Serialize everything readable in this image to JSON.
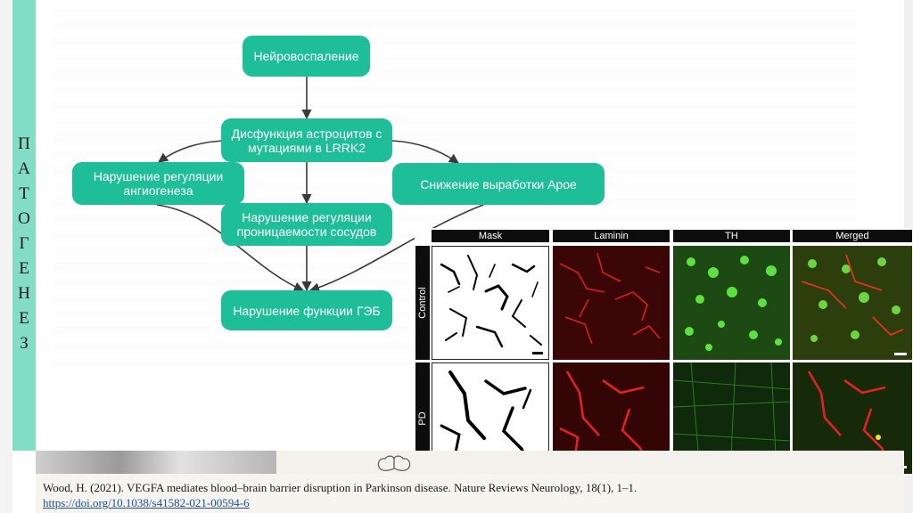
{
  "sidebar": {
    "letters": [
      "П",
      "А",
      "Т",
      "О",
      "Г",
      "Е",
      "Н",
      "Е",
      "З"
    ]
  },
  "flowchart": {
    "nodes": {
      "neuroinflammation": "Нейровоспаление",
      "astrocyte_dysfunction": "Дисфункция астроцитов с мутациями в LRRK2",
      "angiogenesis": "Нарушение регуляции ангиогенеза",
      "apoe": "Снижение выработки Apoe",
      "permeability": "Нарушение регуляции проницаемости сосудов",
      "bbb": "Нарушение функции ГЭБ"
    },
    "colors": {
      "node": "#1ebf98",
      "arrow": "#3a3a3a"
    }
  },
  "figure": {
    "columns": [
      "Mask",
      "Laminin",
      "TH",
      "Merged"
    ],
    "rows": [
      "Control",
      "PD"
    ]
  },
  "footer": {
    "citation": "Wood, H. (2021). VEGFA mediates blood–brain barrier disruption in Parkinson disease. Nature Reviews Neurology, 18(1), 1–1.",
    "doi": "https://doi.org/10.1038/s41582-021-00594-6"
  }
}
